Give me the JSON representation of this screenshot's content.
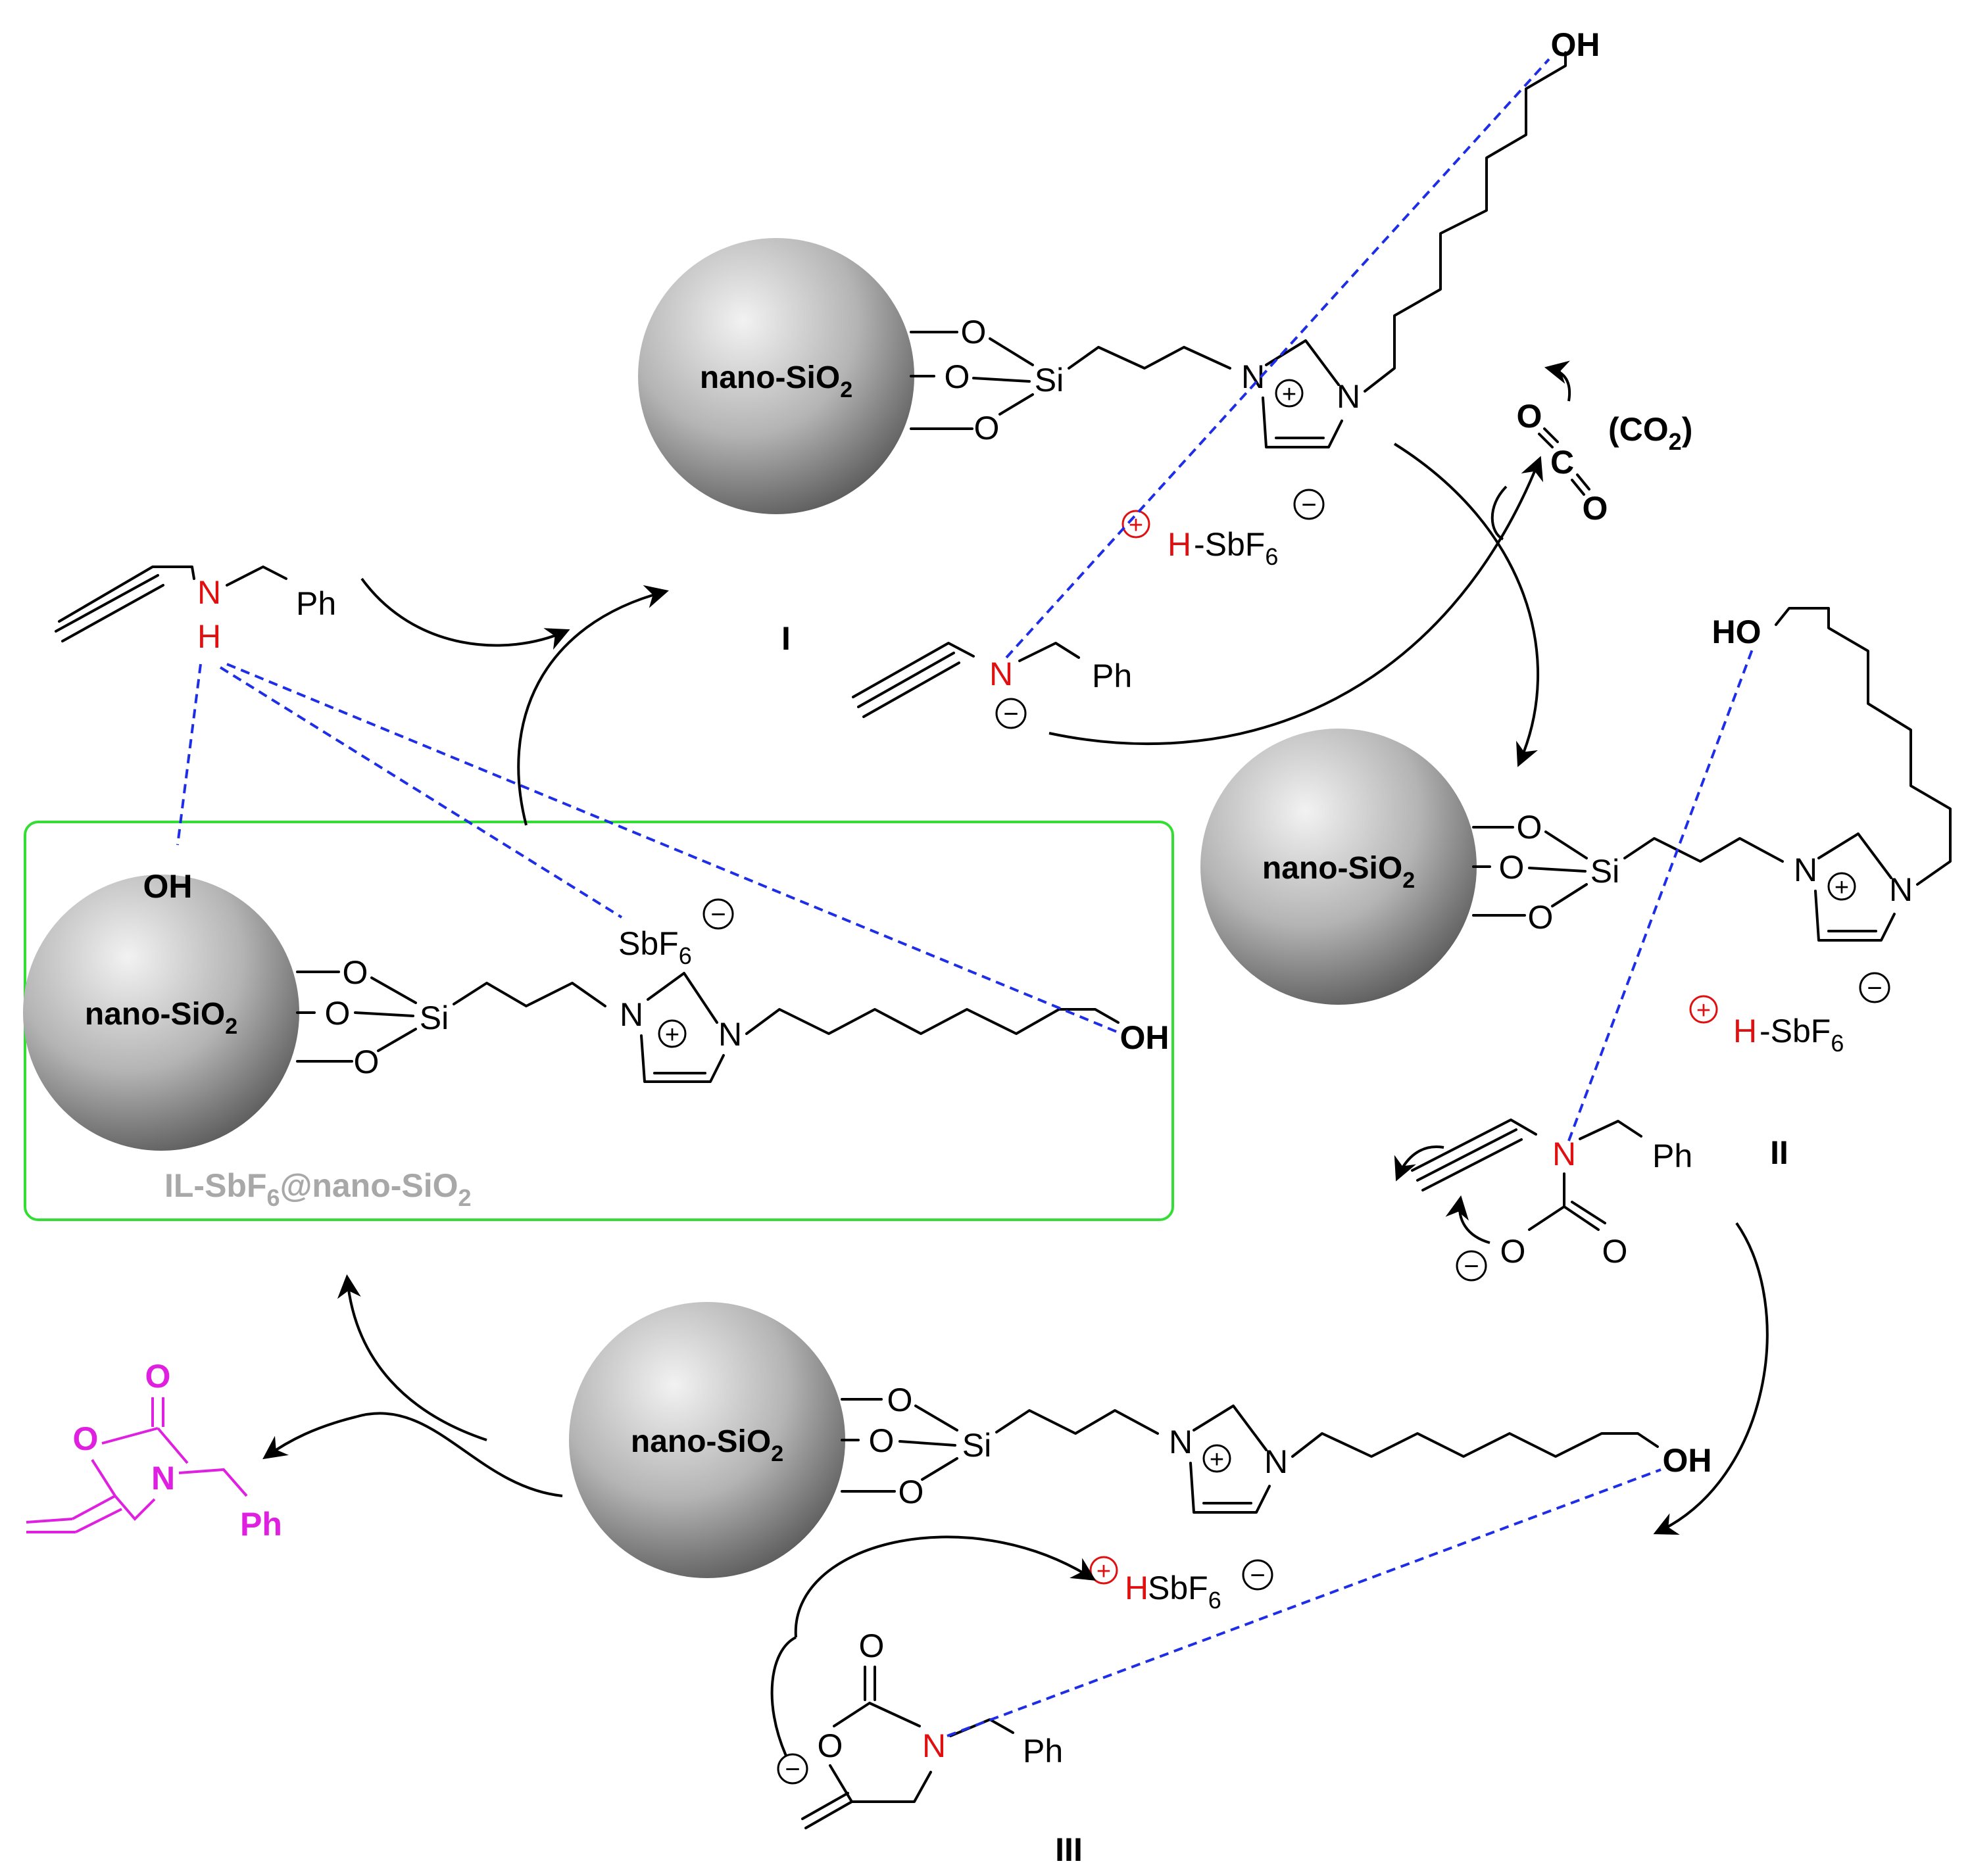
{
  "colors": {
    "highlight_atom": "#e01010",
    "hydrogen_bond_dash": "#1e2ee6",
    "product": "#e020e0",
    "catalyst_box": "#33dd33",
    "catalyst_label": "#a8a8a8"
  },
  "support": {
    "label": "nano-SiO",
    "subscript": "2"
  },
  "atoms": {
    "O": "O",
    "Si": "Si",
    "N": "N",
    "H": "H",
    "OH": "OH",
    "HO": "HO",
    "Ph": "Ph",
    "C": "C",
    "minus": "−",
    "plus": "+"
  },
  "co2": {
    "label": "(CO",
    "subscript": "2",
    "close": ")"
  },
  "counterion": {
    "proton": "H",
    "anion_main": "-SbF",
    "anion_main_tight": "SbF",
    "anion_sub": "6"
  },
  "catalyst": {
    "name_a": "IL-SbF",
    "name_sub1": "6",
    "name_b": "@nano-SiO",
    "name_sub2": "2"
  },
  "intermediates": {
    "I": "I",
    "II": "II",
    "III": "III"
  }
}
